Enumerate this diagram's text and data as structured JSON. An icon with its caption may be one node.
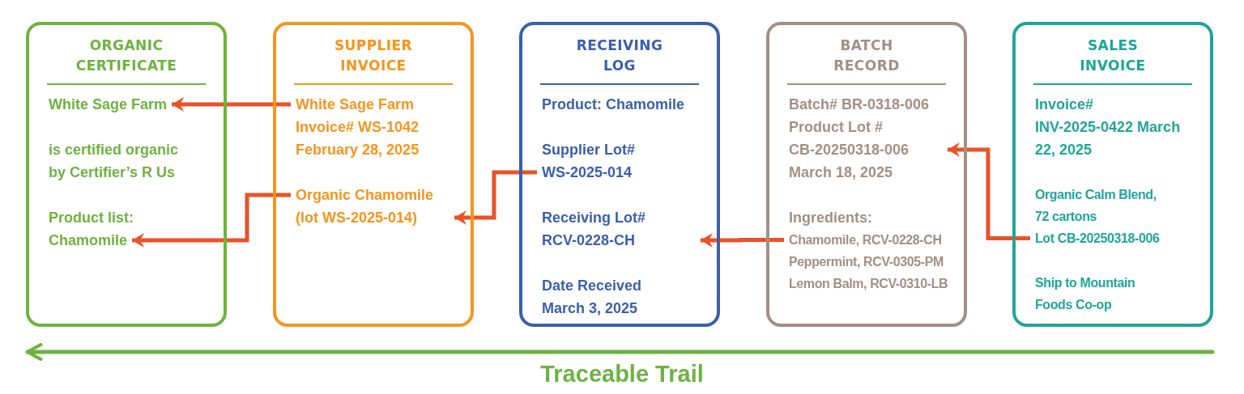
{
  "diagram": {
    "nodes": [
      {
        "text": [
          "ORGANIC CERTIFICATE",
          "is certified organic by Certifier’s R Us",
          "Product list:"
        ]
      },
      {
        "text": [
          "White Sage Farm"
        ],
        "in": 0
      },
      {
        "text": [
          "Chamomile"
        ],
        "in": 0
      },
      {
        "text": [
          "SUPPLIER INVOICE"
        ]
      },
      {
        "text": [
          "White Sage Farm Invoice# WS-1042 February 28, 2025"
        ],
        "in": 3
      },
      {
        "text": [
          "Organic Chamomile (lot WS-2025-014)"
        ],
        "in": 3
      },
      {
        "text": [
          "RECEIVING LOG",
          "Product: Chamomile",
          "Date Received March 3, 2025"
        ]
      },
      {
        "text": [
          "Supplier Lot# WS-2025-014"
        ],
        "in": 6
      },
      {
        "text": [
          "Receiving Lot# RCV-0228-CH"
        ],
        "in": 6
      },
      {
        "text": [
          "BATCH RECORD",
          "Ingredients:",
          "Peppermint, RCV-0305-PM",
          "Lemon Balm, RCV-0310-LB"
        ]
      },
      {
        "text": [
          "Batch# BR-0318-006 Product Lot # CB-20250318-006 March 18, 2025"
        ],
        "in": 9
      },
      {
        "text": [
          "Chamomile, RCV-0228-CH"
        ],
        "in": 9
      },
      {
        "text": [
          "SALES INVOICE",
          "Invoice# INV-2025-0422 March 22, 2025",
          "Organic Calm Blend, 72 cartons",
          "Ship to Mountain Foods Co-op"
        ]
      },
      {
        "text": [
          "Lot CB-20250318-006"
        ],
        "in": 12
      }
    ],
    "edges": [
      {
        "from": 4,
        "to": 1,
        "arrow": "to"
      },
      {
        "from": 5,
        "to": 2,
        "arrow": "to"
      },
      {
        "from": 7,
        "to": 5,
        "arrow": "to"
      },
      {
        "from": 11,
        "to": 8,
        "arrow": "to"
      },
      {
        "from": 13,
        "to": 10,
        "arrow": "to"
      }
    ],
    "labels": [
      "Traceable Trail"
    ]
  }
}
